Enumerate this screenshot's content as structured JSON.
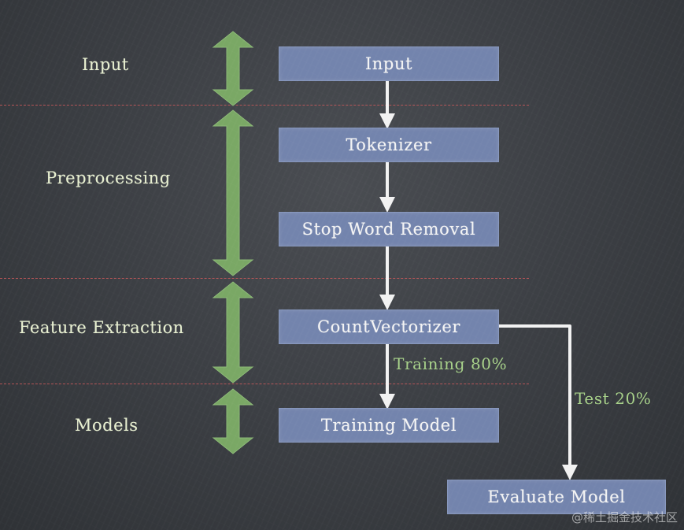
{
  "stages": [
    {
      "id": "input",
      "label": "Input"
    },
    {
      "id": "preprocessing",
      "label": "Preprocessing"
    },
    {
      "id": "feature-extraction",
      "label": "Feature Extraction"
    },
    {
      "id": "models",
      "label": "Models"
    }
  ],
  "nodes": {
    "input": "Input",
    "tokenizer": "Tokenizer",
    "stop_word_removal": "Stop Word Removal",
    "count_vectorizer": "CountVectorizer",
    "training_model": "Training Model",
    "evaluate_model": "Evaluate Model"
  },
  "edge_labels": {
    "training": "Training 80%",
    "test": "Test 20%"
  },
  "watermark": "@稀土掘金技术社区",
  "colors": {
    "background": "#3d4045",
    "box_fill": "#7384ad",
    "stage_arrow": "#7aa865",
    "divider": "#c9585a",
    "flow_arrow": "#f2f2f2",
    "stage_text": "#e8f0d0",
    "edge_text": "#a8d28a"
  }
}
